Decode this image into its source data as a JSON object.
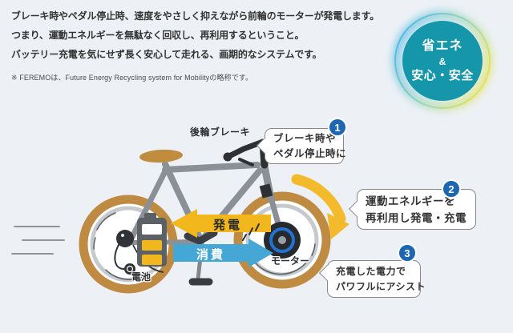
{
  "intro": {
    "lines": [
      "ブレーキ時やペダル停止時、速度をやさしく抑えながら前輪のモーターが発電します。",
      "つまり、運動エネルギーを無駄なく回収し、再利用するということ。",
      "バッテリー充電を気にせず長く安心して走れる、画期的なシステムです。"
    ],
    "footnote": "※ FEREMOは、Future Energy Recycling system for Mobilityの略称です。"
  },
  "badge": {
    "lines": [
      "省エネ",
      "&",
      "安心・安全"
    ],
    "bg_color": "#1596ab",
    "glow_left_color": "#4db7e8",
    "glow_right_color": "#e9e44c"
  },
  "diagram": {
    "labels": {
      "rear_brake": "後輪ブレーキ",
      "battery": "電池",
      "motor": "モーター"
    },
    "arrows": {
      "generate_label": "発電",
      "generate_color": "#f2b71d",
      "consume_label": "消費",
      "consume_color": "#44a7d6",
      "kinetic_arrow_color": "#f3ba2c"
    },
    "callouts": [
      {
        "number": "1",
        "lines": [
          "ブレーキ時や",
          "ペダル停止時に"
        ]
      },
      {
        "number": "2",
        "lines": [
          "運動エネルギーを",
          "再利用し発電・充電"
        ]
      },
      {
        "number": "3",
        "lines": [
          "充電した電力で",
          "パワフルにアシスト"
        ]
      }
    ],
    "callout_badge_color": "#1d66b0"
  },
  "colors": {
    "background": "#edf1f6",
    "wheel_rim": "#bf8a41",
    "frame_gray": "#8b9096",
    "dark_parts": "#2e3033",
    "motor_ring_blue": "#2472cf",
    "battery_body": "#5c6165",
    "battery_cell_yellow": "#f2b71d"
  }
}
